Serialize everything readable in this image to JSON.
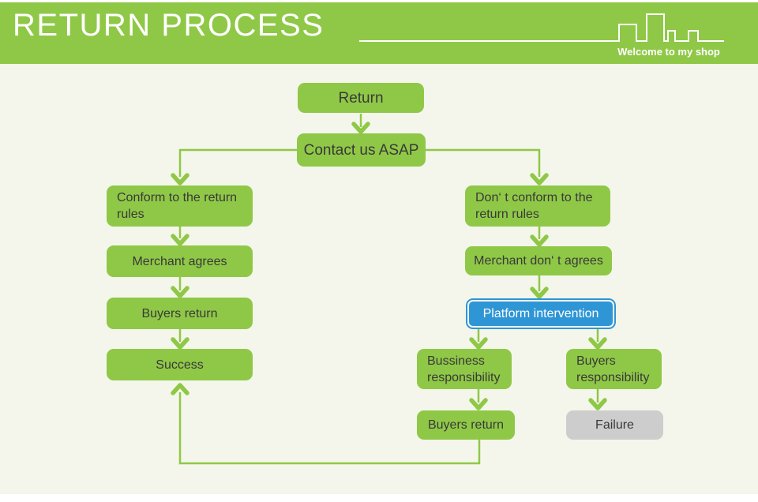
{
  "header": {
    "title": "RETURN PROCESS",
    "tagline": "Welcome to my shop"
  },
  "colors": {
    "green": "#8FC847",
    "background": "#F4F6EB",
    "blue": "#2F96D5",
    "gray": "#CDCDCD",
    "text_dark": "#393939",
    "text_light": "#FFFFFF"
  },
  "icons": {
    "skyline": "city-skyline-outline-icon"
  },
  "nodes": {
    "return": {
      "label": "Return"
    },
    "contact": {
      "label": "Contact us ASAP"
    },
    "conform": {
      "label": "Conform to the return rules"
    },
    "merchant_agrees": {
      "label": "Merchant agrees"
    },
    "buyers_return_left": {
      "label": "Buyers return"
    },
    "success": {
      "label": "Success"
    },
    "dont_conform": {
      "label": "Don‘ t conform to the return rules"
    },
    "merchant_dont_agrees": {
      "label": "Merchant don‘ t agrees"
    },
    "platform": {
      "label": "Platform intervention"
    },
    "business_resp": {
      "label": "Bussiness responsibility"
    },
    "buyers_resp": {
      "label": "Buyers responsibility"
    },
    "buyers_return_bottom": {
      "label": "Buyers return"
    },
    "failure": {
      "label": "Failure"
    }
  },
  "edges": [
    {
      "from": "return",
      "to": "contact"
    },
    {
      "from": "contact",
      "to": "conform"
    },
    {
      "from": "contact",
      "to": "dont_conform"
    },
    {
      "from": "conform",
      "to": "merchant_agrees"
    },
    {
      "from": "merchant_agrees",
      "to": "buyers_return_left"
    },
    {
      "from": "buyers_return_left",
      "to": "success"
    },
    {
      "from": "dont_conform",
      "to": "merchant_dont_agrees"
    },
    {
      "from": "merchant_dont_agrees",
      "to": "platform"
    },
    {
      "from": "platform",
      "to": "business_resp"
    },
    {
      "from": "platform",
      "to": "buyers_resp"
    },
    {
      "from": "business_resp",
      "to": "buyers_return_bottom"
    },
    {
      "from": "buyers_return_bottom",
      "to": "success"
    },
    {
      "from": "buyers_resp",
      "to": "failure"
    }
  ]
}
